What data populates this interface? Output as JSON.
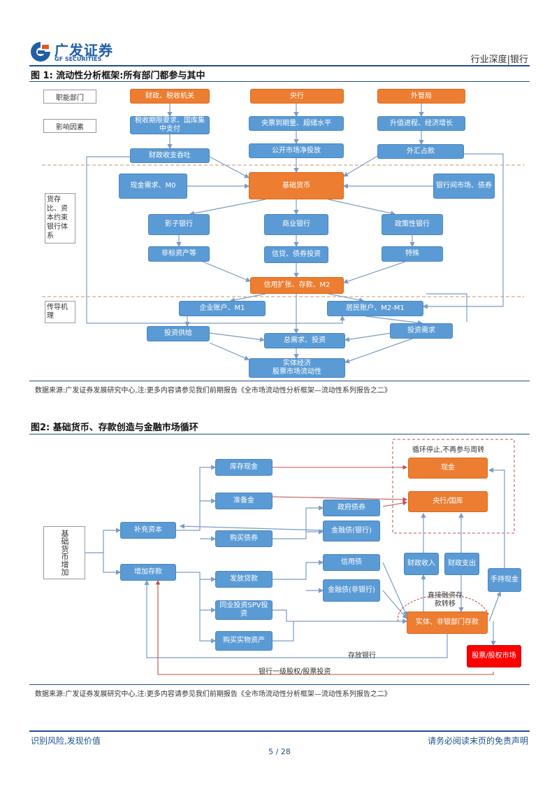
{
  "header": {
    "logo_cn": "广发证券",
    "logo_en": "GF SECURITIES",
    "right_label": "行业深度|银行"
  },
  "fig1": {
    "caption": "图 1: 流动性分析框架:所有部门都参与其中",
    "side_labels": [
      "职能部门",
      "影响因素",
      "货存比、资本约束银行体系",
      "传导机理"
    ],
    "boxes": {
      "fiscal": "财政、税收机关",
      "central": "央行",
      "fx": "外管局",
      "tax": "税收期限要求、国库集中支付",
      "repo": "央票到期量、超储水平",
      "rmb": "升值进程、经济增长",
      "fiscal_flow": "财政收支吞吐",
      "omo": "公开市场净投放",
      "fx_reserve": "外汇占款",
      "cash": "现金需求、M0",
      "base": "基础货币",
      "interbank": "银行间市场、债券",
      "shadow": "影子银行",
      "commercial": "商业银行",
      "policy": "政策性银行",
      "nonstandard": "非标资产等",
      "credit": "信贷、债券投资",
      "special": "特殊",
      "expand": "信用扩张、存款、M2",
      "corp": "企业账户、M1",
      "resident": "居民账户、M2-M1",
      "inv_supply": "投资供给",
      "demand": "总需求、投资",
      "inv_demand": "投资需求",
      "real": "实体经济\n股票市场流动性"
    },
    "source": "数据来源:广发证券发展研究中心,注:更多内容请参见我们前期报告《全市场流动性分析框架—流动性系列报告之二》"
  },
  "fig2": {
    "caption": "图2: 基础货币、存款创造与金融市场循环",
    "dashed_note": "循环停止,不再参与周转",
    "boxes": {
      "base_inc": "基础货币增加",
      "capital": "补充资本",
      "deposit_inc": "增加存款",
      "vault": "库存现金",
      "reserve": "准备金",
      "buy_bonds": "购买债券",
      "loans": "发放贷款",
      "spv": "同业投资SPV投资",
      "buy_real": "购买实物资产",
      "gov_bond": "政府债券",
      "fin_bond_bank": "金融债(银行)",
      "credit_bond": "信用债",
      "fin_bond_nonbank": "金融债(非银行)",
      "cash": "现金",
      "treasury": "央行/国库",
      "fiscal_in": "财政收入",
      "fiscal_out": "财政支出",
      "hold_cash": "手持现金",
      "deposits": "实体、非银部门存款",
      "stock": "股票/股权市场"
    },
    "notes": {
      "direct": "直接融资存款转移",
      "deposit_bank": "存放银行",
      "bank_equity": "银行一级股权/股票投资"
    },
    "source": "数据来源:广发证券发展研究中心,注:更多内容请参见我们前期报告《全市场流动性分析框架—流动性系列报告之二》"
  },
  "footer": {
    "left": "识别风险,发现价值",
    "right": "请务必阅读末页的免责声明",
    "page": "5 / 28"
  }
}
